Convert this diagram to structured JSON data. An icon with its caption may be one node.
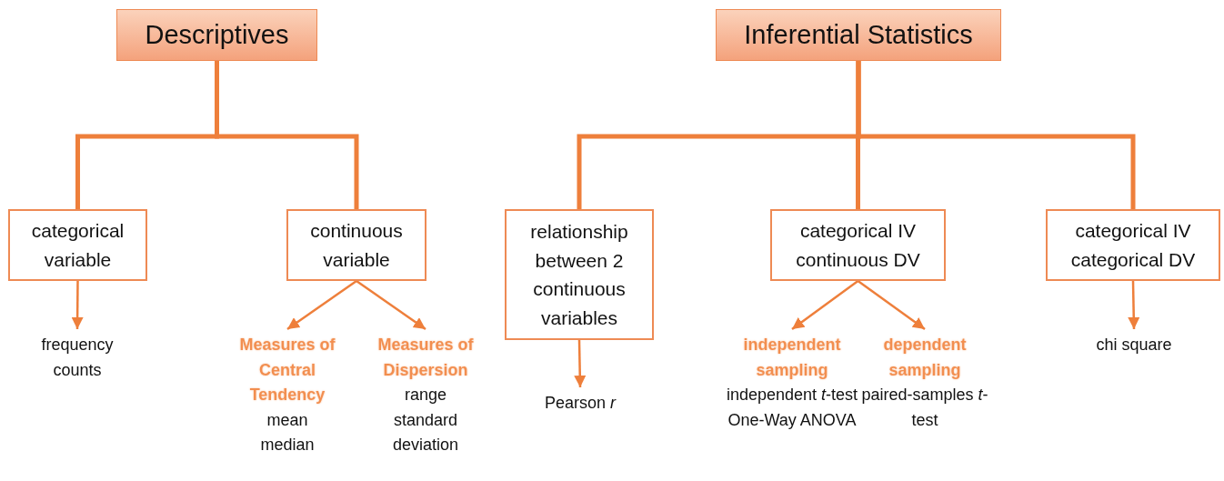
{
  "diagram": {
    "nodes": [
      {
        "text": [
          "Descriptives"
        ]
      },
      {
        "text": [
          "Inferential Statistics"
        ]
      },
      {
        "text": [
          "categorical variable"
        ]
      },
      {
        "text": [
          "continuous variable"
        ]
      },
      {
        "text": [
          "relationship between 2 continuous variables"
        ]
      },
      {
        "text": [
          "categorical IV continuous DV"
        ]
      },
      {
        "text": [
          "categorical IV categorical DV"
        ]
      },
      {
        "text": [
          "frequency counts"
        ]
      },
      {
        "text": [
          "Measures of Central Tendency",
          "mean",
          "median"
        ]
      },
      {
        "text": [
          "Measures of Dispersion",
          "range",
          "standard deviation"
        ]
      },
      {
        "text": [
          "Pearson *r*"
        ]
      },
      {
        "text": [
          "independent sampling",
          "independent *t*-test",
          "One-Way ANOVA"
        ]
      },
      {
        "text": [
          "dependent sampling",
          "paired-samples *t*-test"
        ]
      },
      {
        "text": [
          "chi square"
        ]
      }
    ],
    "edges": [
      {
        "from": 0,
        "to": 2,
        "arrow": "none",
        "style": "thick"
      },
      {
        "from": 0,
        "to": 3,
        "arrow": "none",
        "style": "thick"
      },
      {
        "from": 1,
        "to": 4,
        "arrow": "none",
        "style": "thick"
      },
      {
        "from": 1,
        "to": 5,
        "arrow": "none",
        "style": "thick"
      },
      {
        "from": 1,
        "to": 6,
        "arrow": "none",
        "style": "thick"
      },
      {
        "from": 2,
        "to": 7,
        "arrow": "to"
      },
      {
        "from": 3,
        "to": 8,
        "arrow": "to"
      },
      {
        "from": 3,
        "to": 9,
        "arrow": "to"
      },
      {
        "from": 4,
        "to": 10,
        "arrow": "to"
      },
      {
        "from": 5,
        "to": 11,
        "arrow": "to"
      },
      {
        "from": 5,
        "to": 12,
        "arrow": "to"
      },
      {
        "from": 6,
        "to": 13,
        "arrow": "to"
      }
    ]
  }
}
